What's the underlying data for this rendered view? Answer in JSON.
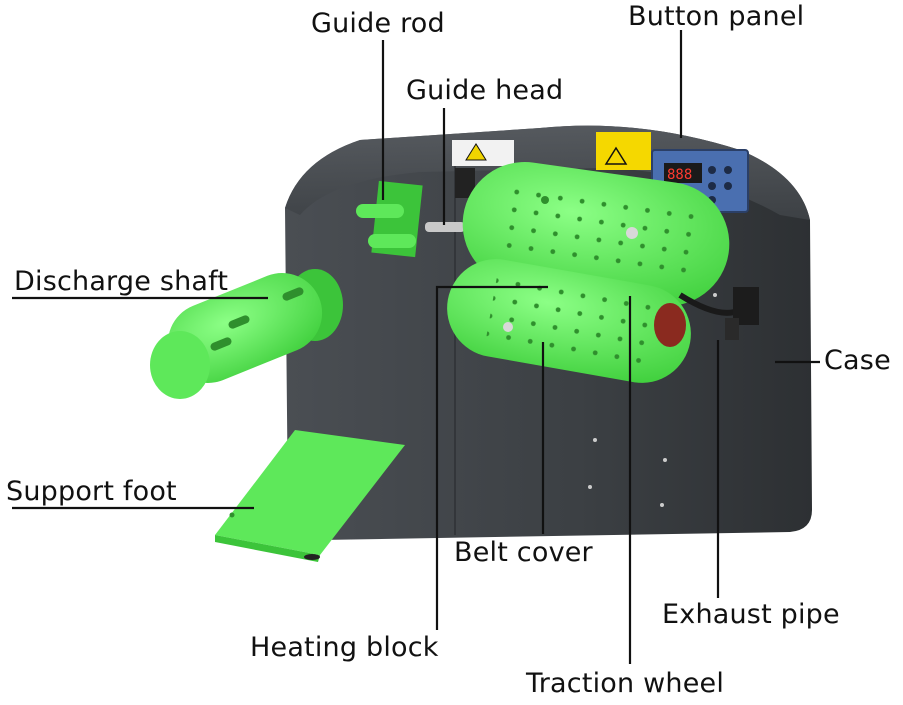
{
  "labels": {
    "guide_rod": "Guide rod",
    "button_panel": "Button panel",
    "guide_head": "Guide head",
    "discharge_shaft": "Discharge shaft",
    "case": "Case",
    "support_foot": "Support foot",
    "belt_cover": "Belt cover",
    "exhaust_pipe": "Exhaust pipe",
    "heating_block": "Heating block",
    "traction_wheel": "Traction wheel"
  },
  "display": {
    "readout": "888"
  },
  "colors": {
    "body": "#3f4347",
    "body_dark": "#2c2f32",
    "green": "#5ee85a",
    "green_dark": "#3cc43a",
    "panel": "#4a6fb0",
    "leader": "#111111"
  }
}
